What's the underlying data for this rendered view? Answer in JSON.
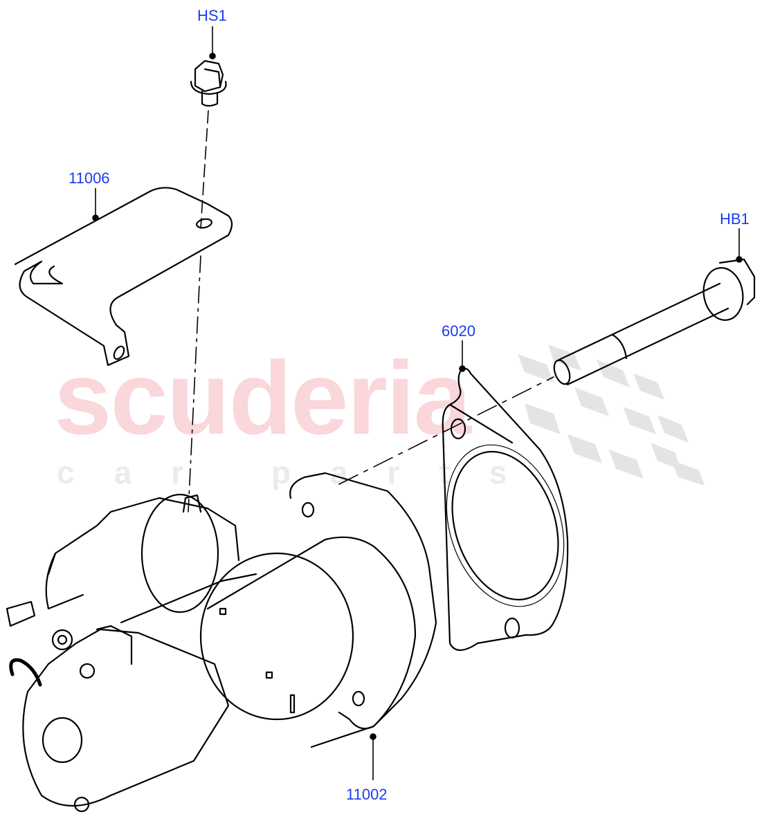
{
  "diagram": {
    "title": "Starter motor assembly exploded view",
    "watermark": {
      "main": "scuderia",
      "sub": "car parts",
      "main_color": "#f9d7da",
      "sub_color": "#ebebeb",
      "flag_color": "#e4e4e4"
    },
    "label_color": "#1a3cf0",
    "line_color": "#000000",
    "callouts": [
      {
        "id": "HS1",
        "label": "HS1",
        "part": "hex flange bolt (upper)"
      },
      {
        "id": "11006",
        "label": "11006",
        "part": "heat shield bracket"
      },
      {
        "id": "HB1",
        "label": "HB1",
        "part": "long hex flange bolt"
      },
      {
        "id": "6020",
        "label": "6020",
        "part": "flange gasket"
      },
      {
        "id": "11002",
        "label": "11002",
        "part": "starter motor"
      }
    ]
  }
}
